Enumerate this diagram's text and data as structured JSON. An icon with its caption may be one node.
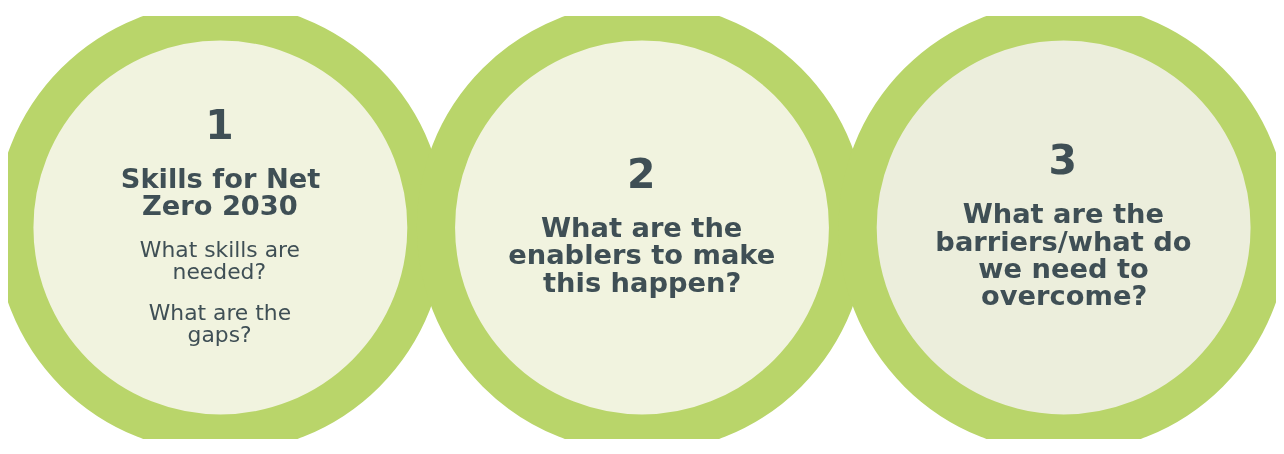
{
  "diagram": {
    "nodes": [
      {
        "text": [
          "1",
          "Skills for Net Zero 2030",
          "What skills are needed?",
          "What are the gaps?"
        ]
      },
      {
        "text": [
          "2",
          "What are the enablers to make this happen?"
        ]
      },
      {
        "text": [
          "3",
          "What are the barriers/what do we need to overcome?"
        ]
      }
    ]
  }
}
